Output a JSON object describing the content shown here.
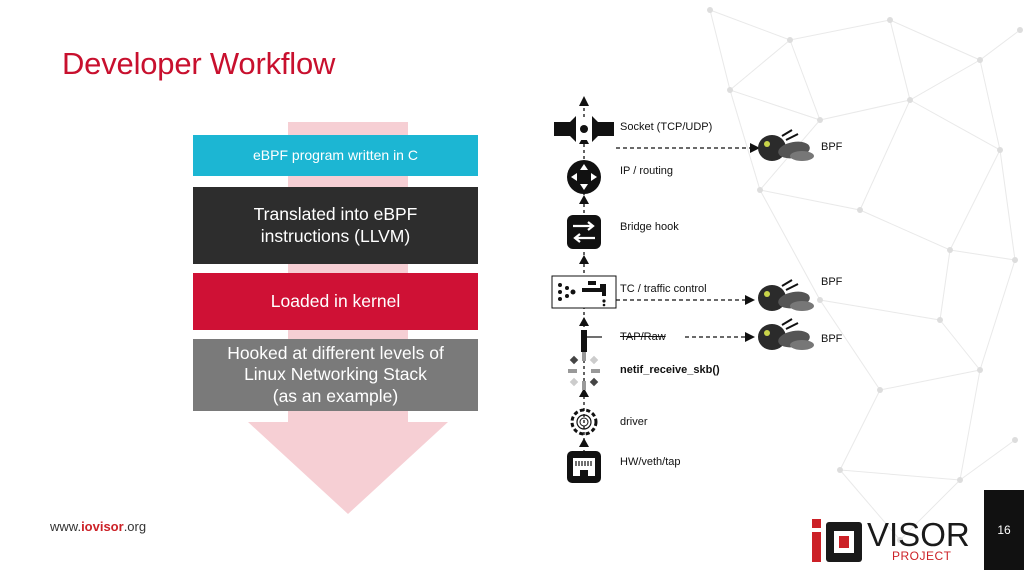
{
  "slide": {
    "title": "Developer Workflow",
    "page_number": "16"
  },
  "workflow": {
    "steps": [
      {
        "lines": [
          "eBPF program written in C"
        ],
        "color": "#1cb6d3"
      },
      {
        "lines": [
          "Translated into eBPF",
          "instructions (LLVM)"
        ],
        "color": "#2d2d2d"
      },
      {
        "lines": [
          "Loaded in kernel"
        ],
        "color": "#cf1135"
      },
      {
        "lines": [
          "Hooked at different levels of",
          "Linux Networking Stack",
          "(as an example)"
        ],
        "color": "#7a7a7a"
      }
    ],
    "arrow_color": "#f6cfd4"
  },
  "stack": {
    "layers": [
      {
        "label": "Socket (TCP/UDP)",
        "icon": "socket-icon"
      },
      {
        "label": "IP / routing",
        "icon": "router-icon"
      },
      {
        "label": "Bridge hook",
        "icon": "bridge-icon"
      },
      {
        "label": "TC / traffic control",
        "icon": "tap-faucet-icon"
      },
      {
        "label": "TAP/Raw",
        "icon": "raw-tap-icon"
      },
      {
        "label": "netif_receive_skb()",
        "icon": "spinner-icon"
      },
      {
        "label": "driver",
        "icon": "gear-icon"
      },
      {
        "label": "HW/veth/tap",
        "icon": "ethernet-port-icon"
      }
    ],
    "bpf_label": "BPF"
  },
  "footer": {
    "url_prefix": "www.",
    "url_brand": "iovisor",
    "url_suffix": ".org",
    "logo_text": "VISOR",
    "logo_sub": "PROJECT",
    "brand_color": "#cc2127"
  }
}
